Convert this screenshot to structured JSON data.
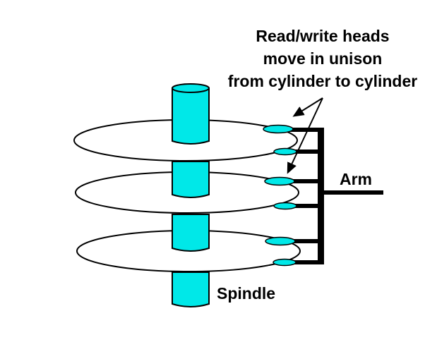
{
  "diagram": {
    "type": "hard-disk-platter-and-arm-structure",
    "annotation": {
      "heading_lines": [
        "Read/write heads",
        "move in unison",
        "from cylinder to cylinder"
      ]
    },
    "labels": {
      "arm": "Arm",
      "spindle": "Spindle"
    },
    "colors": {
      "component_fill": "#00E8E8",
      "outline": "#000000",
      "platter_fill": "#FFFFFF",
      "background": "#FFFFFF"
    },
    "structure": {
      "platters": 3,
      "spindle_segments": 4,
      "read_write_heads": 6,
      "arm_fingers": 6,
      "annotation_arrows": 2
    }
  }
}
